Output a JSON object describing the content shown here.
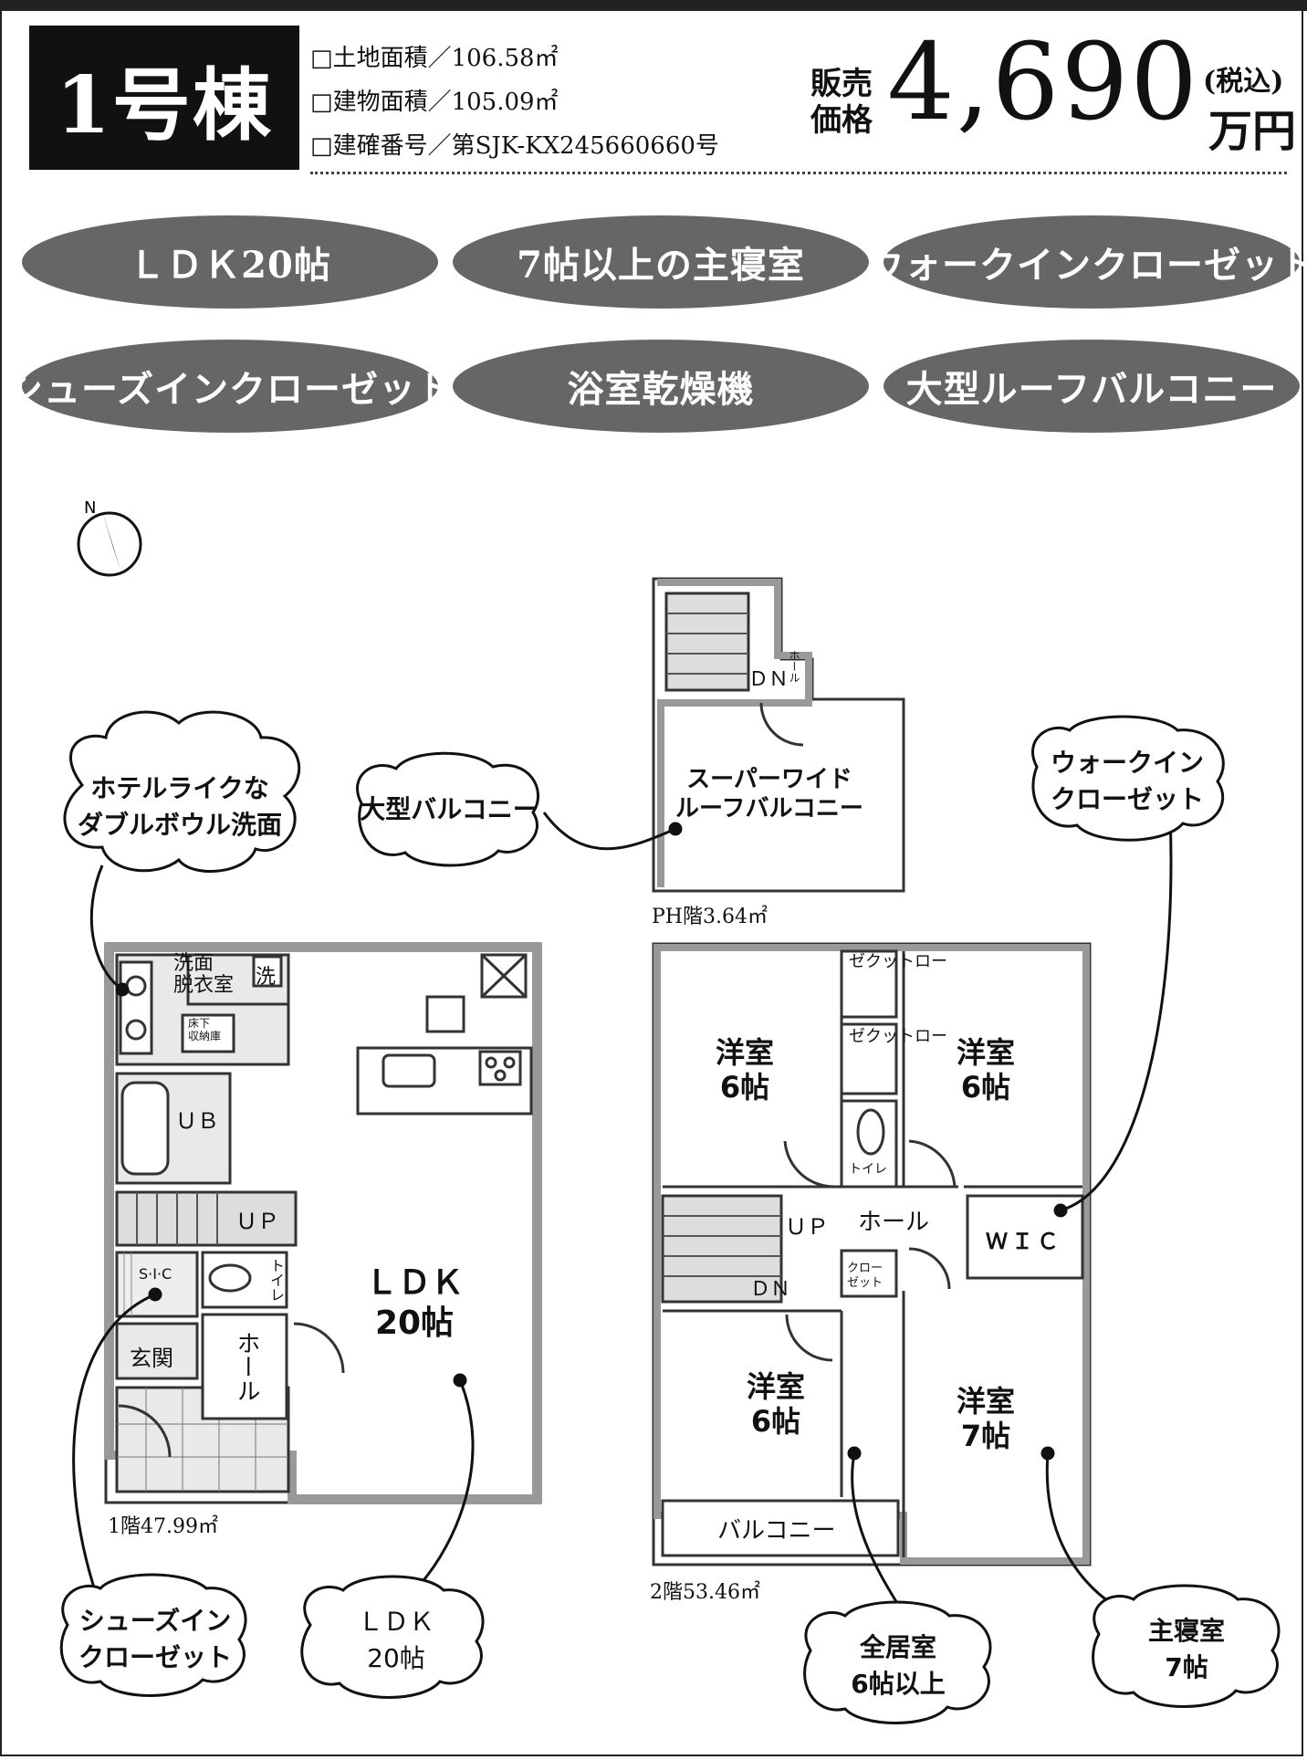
{
  "header": {
    "building": "1号棟",
    "specs": [
      "□土地面積／106.58㎡",
      "□建物面積／105.09㎡",
      "□建確番号／第SJK-KX245660660号"
    ],
    "price_label_1": "販売",
    "price_label_2": "価格",
    "price": "4,690",
    "tax": "(税込)",
    "unit": "万円"
  },
  "features": [
    "ＬＤＫ20帖",
    "7帖以上の主寝室",
    "ウォークインクローゼット",
    "シューズインクローゼット",
    "浴室乾燥機",
    "大型ルーフバルコニー"
  ],
  "compass": "N",
  "floors": {
    "ph_area": "PH階3.64㎡",
    "f1_area": "1階47.99㎡",
    "f2_area": "2階53.46㎡"
  },
  "rooms": {
    "wash_1": "洗面",
    "wash_2": "脱衣室",
    "washer": "洗",
    "under_storage_1": "床下",
    "under_storage_2": "収納庫",
    "ub": "ＵＢ",
    "up": "ＵＰ",
    "sic": "S·I·C",
    "toilet_v": "トイレ",
    "entrance": "玄関",
    "hall_v": "ホール",
    "ldk_1": "ＬＤＫ",
    "ldk_2": "20帖",
    "ph_dn": "ＤＮ",
    "ph_hall": "ホール",
    "ph_balcony_1": "スーパーワイド",
    "ph_balcony_2": "ルーフバルコニー",
    "room_western": "洋室",
    "room_6": "6帖",
    "room_7": "7帖",
    "closet_v": "ゼクットロー",
    "toilet_h": "トイレ",
    "hall_h": "ホール",
    "dn": "ＤＮ",
    "wic": "ＷＩＣ",
    "closet_small_1": "クロー",
    "closet_small_2": "ゼット",
    "balcony": "バルコニー"
  },
  "callouts": {
    "hotel_1": "ホテルライクな",
    "hotel_2": "ダブルボウル洗面",
    "big_balcony": "大型バルコニー",
    "wic_1": "ウォークイン",
    "wic_2": "クローゼット",
    "shoes_1": "シューズイン",
    "shoes_2": "クローゼット",
    "ldk_1": "ＬＤＫ",
    "ldk_2": "20帖",
    "all_rooms_1": "全居室",
    "all_rooms_2": "6帖以上",
    "master_1": "主寝室",
    "master_2": "7帖"
  }
}
